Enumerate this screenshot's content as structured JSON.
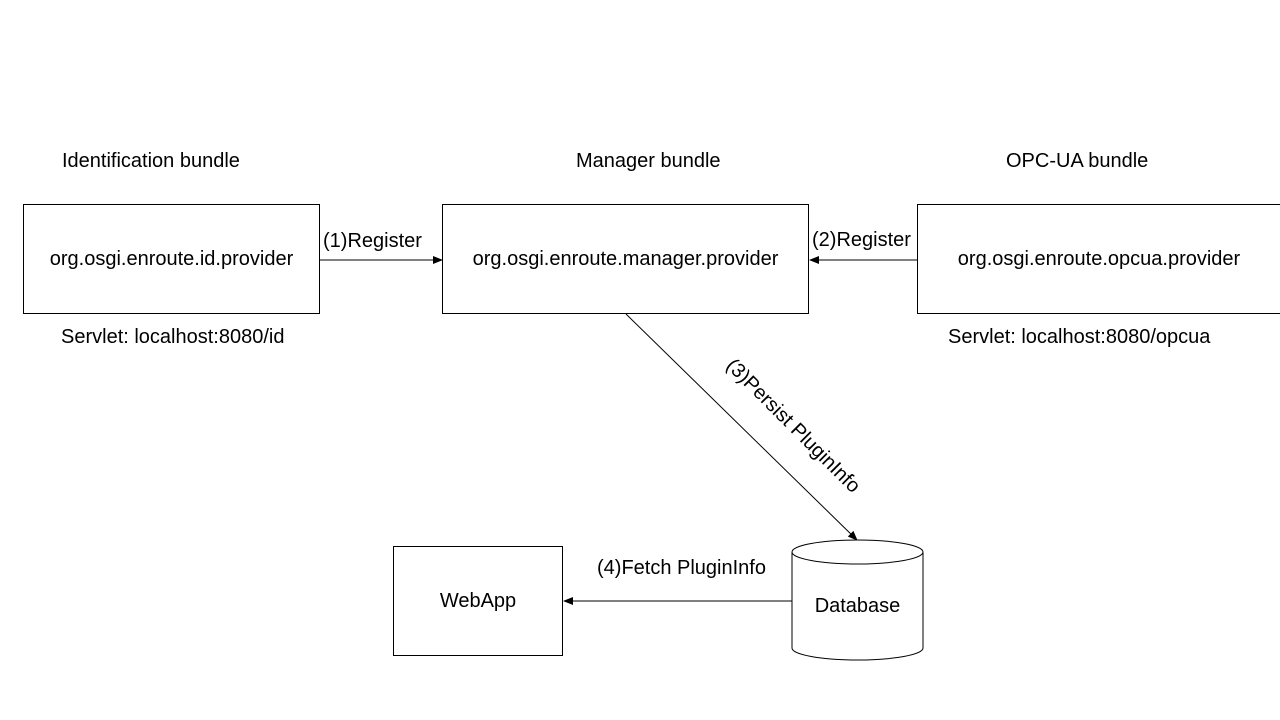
{
  "headings": {
    "id_bundle": "Identification bundle",
    "manager_bundle": "Manager bundle",
    "opcua_bundle": "OPC-UA bundle"
  },
  "boxes": {
    "id_provider": "org.osgi.enroute.id.provider",
    "manager_provider": "org.osgi.enroute.manager.provider",
    "opcua_provider": "org.osgi.enroute.opcua.provider",
    "webapp": "WebApp",
    "database": "Database"
  },
  "servlets": {
    "id": "Servlet: localhost:8080/id",
    "opcua": "Servlet: localhost:8080/opcua"
  },
  "arrows": {
    "register1": "(1)Register",
    "register2": "(2)Register",
    "persist": "(3)Persist PluginInfo",
    "fetch": "(4)Fetch PluginInfo"
  }
}
